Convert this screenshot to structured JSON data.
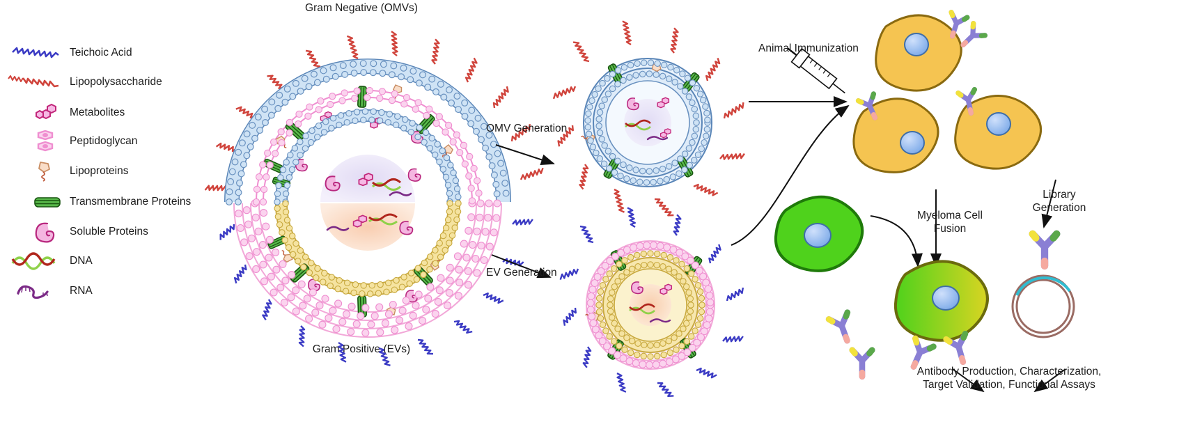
{
  "figure": {
    "title_top": "Gram Negative (OMVs)",
    "title_bottom": "Gram Positive (EVs)",
    "domain": "biology-workflow-diagram"
  },
  "legend": {
    "items": [
      {
        "icon": "teichoic-acid-icon",
        "label": "Teichoic Acid",
        "color": "#3b3bc4"
      },
      {
        "icon": "lipopolysaccharide-icon",
        "label": "Lipopolysaccharide",
        "color": "#d0443c"
      },
      {
        "icon": "metabolites-icon",
        "label": "Metabolites",
        "color": "#c2267a"
      },
      {
        "icon": "peptidoglycan-icon",
        "label": "Peptidoglycan",
        "color": "#f4a6d7"
      },
      {
        "icon": "lipoproteins-icon",
        "label": "Lipoproteins",
        "color": "#f6d6c0"
      },
      {
        "icon": "transmembrane-proteins-icon",
        "label": "Transmembrane Proteins",
        "color": "#2f7d32"
      },
      {
        "icon": "soluble-proteins-icon",
        "label": "Soluble Proteins",
        "color": "#f0a8d8"
      },
      {
        "icon": "dna-icon",
        "label": "DNA",
        "color": "#7cc243"
      },
      {
        "icon": "rna-icon",
        "label": "RNA",
        "color": "#7b2a86"
      }
    ]
  },
  "process": {
    "omv_generation": "OMV Generation",
    "ev_generation": "EV Generation",
    "animal_immunization": "Animal Immunization",
    "myeloma_cell_fusion": "Myeloma Cell\nFusion",
    "library_generation": "Library\nGeneration",
    "outcome": "Antibody Production, Characterization,\nTarget Validation, Functional Assays"
  },
  "palette": {
    "membrane_blue_fill": "#cfe3f5",
    "membrane_blue_stroke": "#5a86b8",
    "membrane_yellow_fill": "#f5e3a0",
    "membrane_yellow_stroke": "#c8a93f",
    "peptidoglycan_pink": "#f2a8d8",
    "lps_red": "#d0443c",
    "teichoic_blue": "#3b3bc4",
    "cell_yellow": "#f5c451",
    "cell_yellow_stroke": "#8a6a10",
    "cell_green": "#4fd21c",
    "cell_green_stroke": "#1f7a0a",
    "nucleus_blue": "#8fb8ef",
    "nucleus_stroke": "#3f6ea8",
    "antibody_purple": "#8a7fd4",
    "plasmid_teal": "#31bcd0",
    "plasmid_brown": "#9a6b63",
    "arrow_black": "#111111"
  }
}
